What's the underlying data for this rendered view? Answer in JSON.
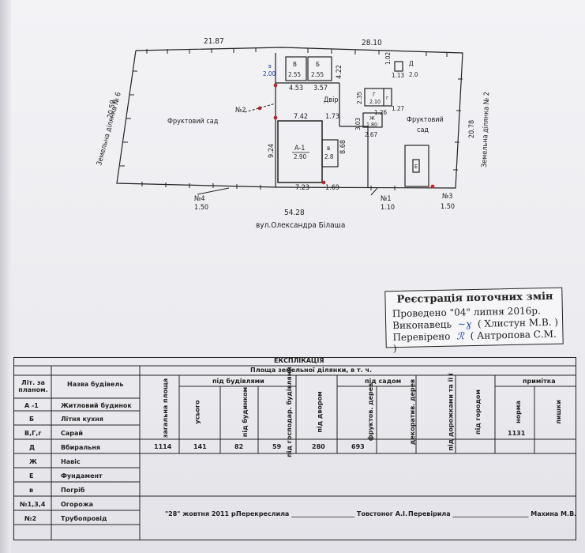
{
  "plan": {
    "top_left_length": "21.87",
    "top_right_length": "28.10",
    "left_side_length": "20.59",
    "right_side_length": "20.78",
    "left_neighbor": "Земельна ділянка № 6",
    "right_neighbor": "Земельна ділянка № 2",
    "bottom_length": "54.28",
    "street": "вул.Олександра Білаша",
    "garden_left": "Фруктовий сад",
    "garden_right_1": "Фруктовий",
    "garden_right_2": "сад",
    "yard": "Двір",
    "fence_left_label": "№4",
    "fence_left_len": "1.50",
    "fence_mid_label": "№1",
    "fence_mid_len": "1.10",
    "fence_right_label": "№3",
    "fence_right_len": "1.50",
    "pipe_label": "№2",
    "house": {
      "code": "A-1",
      "height": "2.90",
      "porch": "в",
      "porch_h": "2.8",
      "top": "7.42",
      "top2": "1.73",
      "bottom": "7.23",
      "bottom2": "1.69",
      "left": "9.24",
      "right": "8.68"
    },
    "kitchen": {
      "code": "Б",
      "height": "2.55",
      "width": "3.57",
      "depth": "4.22"
    },
    "barn": {
      "code": "В",
      "height": "2.55",
      "width": "4.53"
    },
    "cellar": {
      "code": "в",
      "height": "2.00"
    },
    "shed": {
      "code": "Г",
      "height": "2.10",
      "sub": "г",
      "w": "1.26",
      "w2": "1.27",
      "d": "2.35"
    },
    "canopy": {
      "code": "Ж",
      "height": "1.80",
      "w": "2.67",
      "d": "3.03"
    },
    "toilet": {
      "code": "Д",
      "height": "2.0",
      "w": "1.13",
      "d": "1.02"
    },
    "foundation": {
      "code": "Е"
    }
  },
  "stamp": {
    "title": "Реєстрація поточних змін",
    "line1": "Проведено \"04\" липня 2016р.",
    "line2_label": "Виконавець",
    "line2_name": "( Хлистун М.В. )",
    "line3_label": "Перевірено",
    "line3_name": "( Антропова С.М. )"
  },
  "table": {
    "title": "ЕКСПЛІКАЦІЯ",
    "subtitle": "Площа земельної ділянки, в т. ч.",
    "col_lit": "Літ. за планом.",
    "col_name": "Назва будівель",
    "col_total": "загальна площа",
    "col_under_buildings": "під будівлями",
    "col_all": "усього",
    "col_residential": "під будинком",
    "col_utility": "під господар. будівлями",
    "col_yard": "під двором",
    "col_under_garden": "під садом",
    "col_fruit": "фруктов. дерев",
    "col_decor": "декоратив. дерев",
    "col_roads": "під дорожками та її ї",
    "col_vegetable": "під городом",
    "col_notes": "примітка",
    "col_norm": "норма",
    "col_excess": "лишки",
    "values": {
      "total": "1114",
      "all": "141",
      "residential": "82",
      "utility": "59",
      "yard": "280",
      "fruit": "693",
      "norm": "1131"
    },
    "rows": [
      {
        "lit": "А -1",
        "name": "Житловий будинок"
      },
      {
        "lit": "Б",
        "name": "Літня кухня"
      },
      {
        "lit": "В,Г,г",
        "name": "Сарай"
      },
      {
        "lit": "Д",
        "name": "Вбиральня"
      },
      {
        "lit": "Ж",
        "name": "Навіс"
      },
      {
        "lit": "Е",
        "name": "Фундамент"
      },
      {
        "lit": "в",
        "name": "Погріб"
      },
      {
        "lit": "№1,3,4",
        "name": "Огорожа"
      },
      {
        "lit": "№2",
        "name": "Трубопровід"
      }
    ],
    "footer_date": "\"28\" жовтня 2011 р.",
    "footer_redrew": "Перекреслила ____________________ Товстоног А.І.",
    "footer_checked": "Перевірила ________________________ Махина М.В."
  }
}
